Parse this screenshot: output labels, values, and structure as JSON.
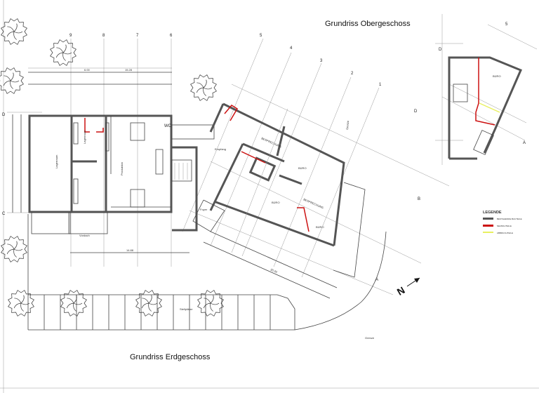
{
  "titles": {
    "upper": "Grundriss Obergeschoss",
    "ground": "Grundriss Erdgeschoss"
  },
  "axes": {
    "columns": [
      "9",
      "8",
      "7",
      "6",
      "5",
      "4",
      "3",
      "2",
      "1"
    ],
    "rows": [
      "D",
      "C",
      "B",
      "A"
    ]
  },
  "rooms": {
    "storage": "Lagerraum",
    "production": "Produktion",
    "wc": "WC",
    "reception": "Empfang",
    "foyer": "Foyer",
    "canopy": "Vordach",
    "office": "BÜRO",
    "meeting": "BESPRECHUNG",
    "parking": "Stellplätze",
    "border": "Grenze"
  },
  "dimensions": {
    "d1": "15.28",
    "d2": "14.88",
    "d3": "6.00",
    "d4": "20.33"
  },
  "legend": {
    "title": "LEGENDE",
    "items": [
      {
        "label": "BESTEHENDE BAUTEILE",
        "color": "#555555"
      },
      {
        "label": "NEUBAUTEILE",
        "color": "#cc1111"
      },
      {
        "label": "ABBRUCHTEILE",
        "color": "#e8f060"
      }
    ]
  },
  "north": "N",
  "colors": {
    "wall": "#555555",
    "new": "#cc1111",
    "demolish": "#e8f060"
  }
}
